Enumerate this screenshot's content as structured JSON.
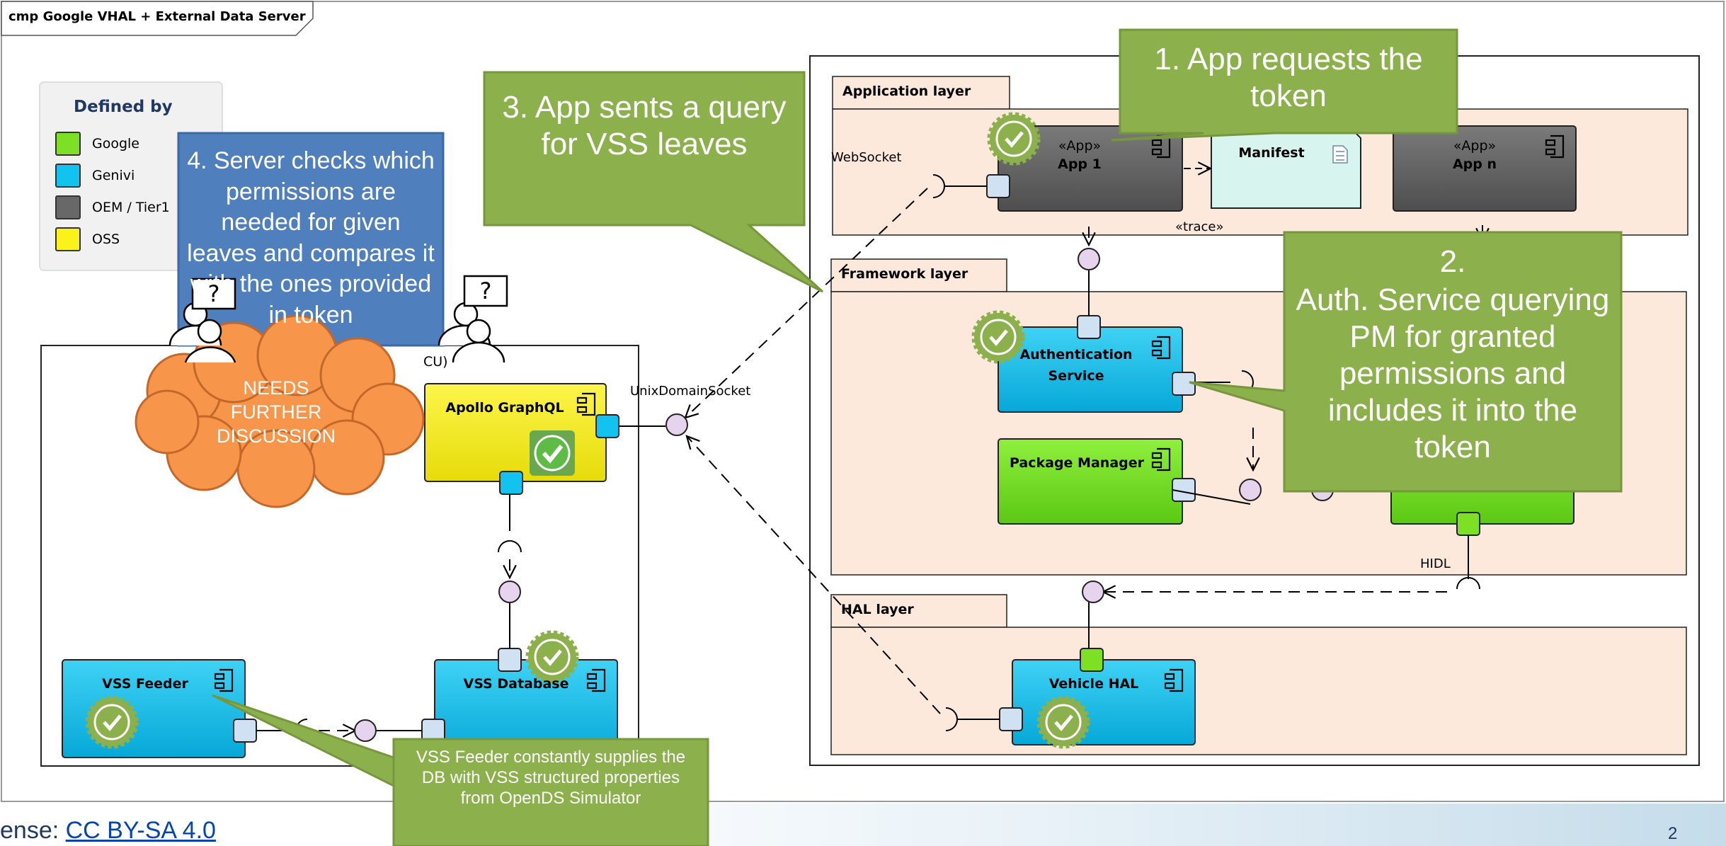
{
  "frame": {
    "title": "cmp Google VHAL + External Data Server"
  },
  "legend": {
    "title": "Defined by",
    "items": [
      {
        "label": "Google",
        "color": "#7ee024"
      },
      {
        "label": "Genivi",
        "color": "#12c2ef"
      },
      {
        "label": "OEM / Tier1",
        "color": "#686868"
      },
      {
        "label": "OSS",
        "color": "#fbf21c"
      }
    ]
  },
  "layers": {
    "application": "Application layer",
    "framework": "Framework layer",
    "hal": "HAL layer"
  },
  "server_box": {
    "title_fragment": "CU)"
  },
  "components": {
    "app1": {
      "stereotype": "«App»",
      "name": "App 1"
    },
    "manifest": {
      "name": "Manifest"
    },
    "appn": {
      "stereotype": "«App»",
      "name": "App n"
    },
    "auth": {
      "name": "Authentication Service"
    },
    "package_manager": {
      "name": "Package Manager"
    },
    "vehicle_hal": {
      "name": "Vehicle HAL"
    },
    "apollo": {
      "name": "Apollo GraphQL"
    },
    "vss_feeder": {
      "name": "VSS Feeder"
    },
    "vss_database": {
      "name": "VSS Database"
    }
  },
  "connector_labels": {
    "websocket": "WebSocket",
    "unix_domain_socket": "UnixDomainSocket",
    "trace": "«trace»",
    "hidl": "HIDL"
  },
  "callouts": {
    "step1": "1. App requests the token",
    "step2_number": "2.",
    "step2_text": "Auth. Service querying PM for granted permissions and includes it into the token",
    "step3": "3. App sents a query for VSS leaves",
    "step4": "4. Server checks which permissions are needed for given leaves and compares it with the ones provided in token",
    "vss_feeder_note": "VSS Feeder constantly supplies the DB with VSS structured properties from OpenDS Simulator",
    "cloud": "NEEDS FURTHER DISCUSSION"
  },
  "icons": {
    "question_mark": "?"
  },
  "footer": {
    "license_prefix": "ense: ",
    "license_link": "CC BY-SA 4.0",
    "page_number": "2"
  },
  "colors": {
    "google": "#7ee024",
    "genivi": "#12c2ef",
    "oem": "#686868",
    "oss": "#fbf21c",
    "layer_fill": "#fde9dc",
    "callout_green": "#8bb04c",
    "callout_blue": "#4f7fbd",
    "cloud_orange": "#f7954a",
    "interface_purple": "#e6d3ee"
  }
}
